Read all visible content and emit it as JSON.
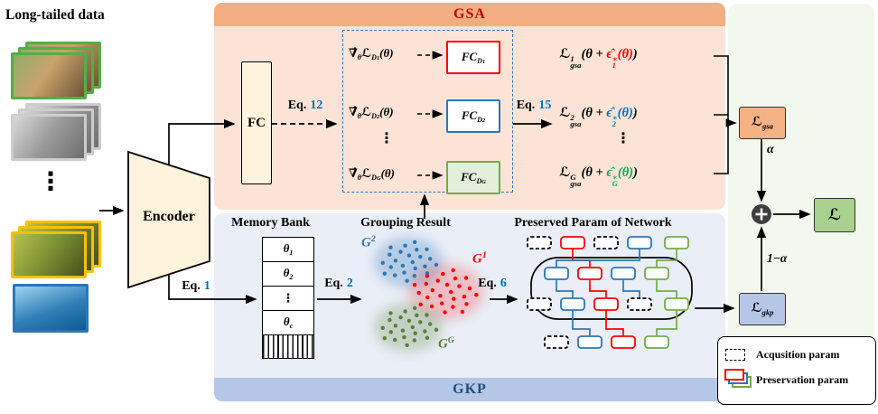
{
  "colors": {
    "red": "#ff0000",
    "blue": "#2e75b6",
    "green": "#70ad47",
    "darkgreen": "#548235",
    "epsblue": "#0070c0",
    "epsgreen": "#00b050",
    "eqnum": "#0070c0",
    "gsaTitle": "#c00000",
    "gsaBand": "#f2ae80",
    "gsaPanel": "#fbe4d5",
    "gkpTitle": "#1f4e79",
    "gkpBand": "#b4c7e7",
    "gkpPanel": "#e9eef7",
    "rightPanel": "#f3f8ee",
    "cream": "#fdf3dc",
    "lgsaFill": "#f4b183",
    "lgkpFill": "#b4c7e7",
    "lFill": "#a9d18e",
    "fcdgFill": "#e2efda",
    "dog": "#52b043",
    "cat": "#cdcdcd",
    "lizard": "#ffc000",
    "dolphin": "#2e75b6"
  },
  "left": {
    "title": "Long-tailed data",
    "dots": "⋮"
  },
  "encoder": {
    "label": "Encoder"
  },
  "gsa": {
    "title": "GSA",
    "fc": "FC",
    "eq12": {
      "word": "Eq.",
      "num": "12"
    },
    "eq15": {
      "word": "Eq.",
      "num": "15"
    },
    "grad_dots": "⋮",
    "gradients": [
      {
        "nabla": "∇̂",
        "nsub": "θ",
        "loss": "ℒ",
        "dsub": "D",
        "dsubsub": "1",
        "tail": "(θ)"
      },
      {
        "nabla": "∇̂",
        "nsub": "θ",
        "loss": "ℒ",
        "dsub": "D",
        "dsubsub": "2",
        "tail": "(θ)"
      },
      {
        "nabla": "∇̂",
        "nsub": "θ",
        "loss": "ℒ",
        "dsub": "D",
        "dsubsub": "G",
        "tail": "(θ)"
      }
    ],
    "fcd": [
      {
        "main": "FC",
        "sub": "D",
        "subsub": "1"
      },
      {
        "main": "FC",
        "sub": "D",
        "subsub": "2"
      },
      {
        "main": "FC",
        "sub": "D",
        "subsub": "G"
      }
    ],
    "loss_dots": "⋮",
    "losses": [
      {
        "L": "ℒ",
        "sup": "1",
        "sub": "gsa",
        "open": "(θ +",
        "eps": "ϵ̂",
        "esup": "∗",
        "esub": "1",
        "etail": "(θ)",
        "close": ")"
      },
      {
        "L": "ℒ",
        "sup": "2",
        "sub": "gsa",
        "open": "(θ +",
        "eps": "ϵ̂",
        "esup": "∗",
        "esub": "2",
        "etail": "(θ)",
        "close": ")"
      },
      {
        "L": "ℒ",
        "sup": "G",
        "sub": "gsa",
        "open": "(θ +",
        "eps": "ϵ̂",
        "esup": "∗",
        "esub": "G",
        "etail": "(θ)",
        "close": ")"
      }
    ]
  },
  "gkp": {
    "title": "GKP",
    "memory_title": "Memory Bank",
    "memory_rows": [
      {
        "sym": "θ",
        "sub": "1"
      },
      {
        "sym": "θ",
        "sub": "2"
      },
      {
        "sym": "⋮",
        "sub": ""
      },
      {
        "sym": "θ",
        "sub": "c"
      }
    ],
    "eq1": {
      "word": "Eq.",
      "num": "1"
    },
    "eq2": {
      "word": "Eq.",
      "num": "2"
    },
    "eq6": {
      "word": "Eq.",
      "num": "6"
    },
    "grouping_title": "Grouping Result",
    "groups": [
      {
        "sym": "G",
        "sup": "2"
      },
      {
        "sym": "G",
        "sup": "1"
      },
      {
        "sym": "G",
        "sup": "G"
      }
    ],
    "preserved_title": "Preserved Param of Network"
  },
  "combine": {
    "lgsa": {
      "L": "ℒ",
      "sub": "gsa"
    },
    "lgkp": {
      "L": "ℒ",
      "sub": "gkp"
    },
    "final": "ℒ",
    "alpha": "α",
    "one_minus_alpha": "1−α"
  },
  "legend": {
    "acquisition": "Acqusition param",
    "preservation": "Preservation param"
  }
}
